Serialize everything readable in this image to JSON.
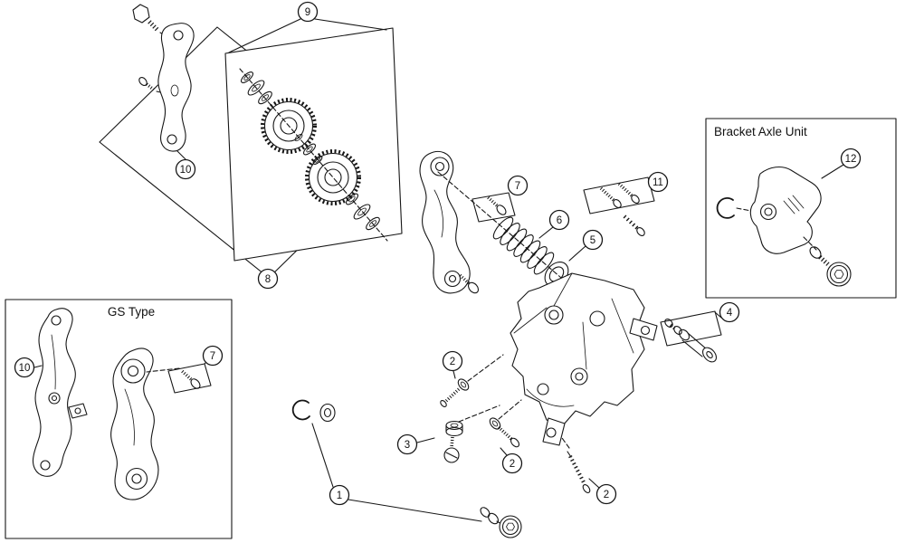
{
  "diagram": {
    "background_color": "#ffffff",
    "line_color": "#161616",
    "labels": {
      "bracket_axle_unit": "Bracket Axle Unit",
      "gs_type": "GS Type"
    },
    "callouts": [
      "1",
      "2",
      "3",
      "4",
      "5",
      "6",
      "7",
      "8",
      "9",
      "10",
      "11",
      "12"
    ]
  }
}
